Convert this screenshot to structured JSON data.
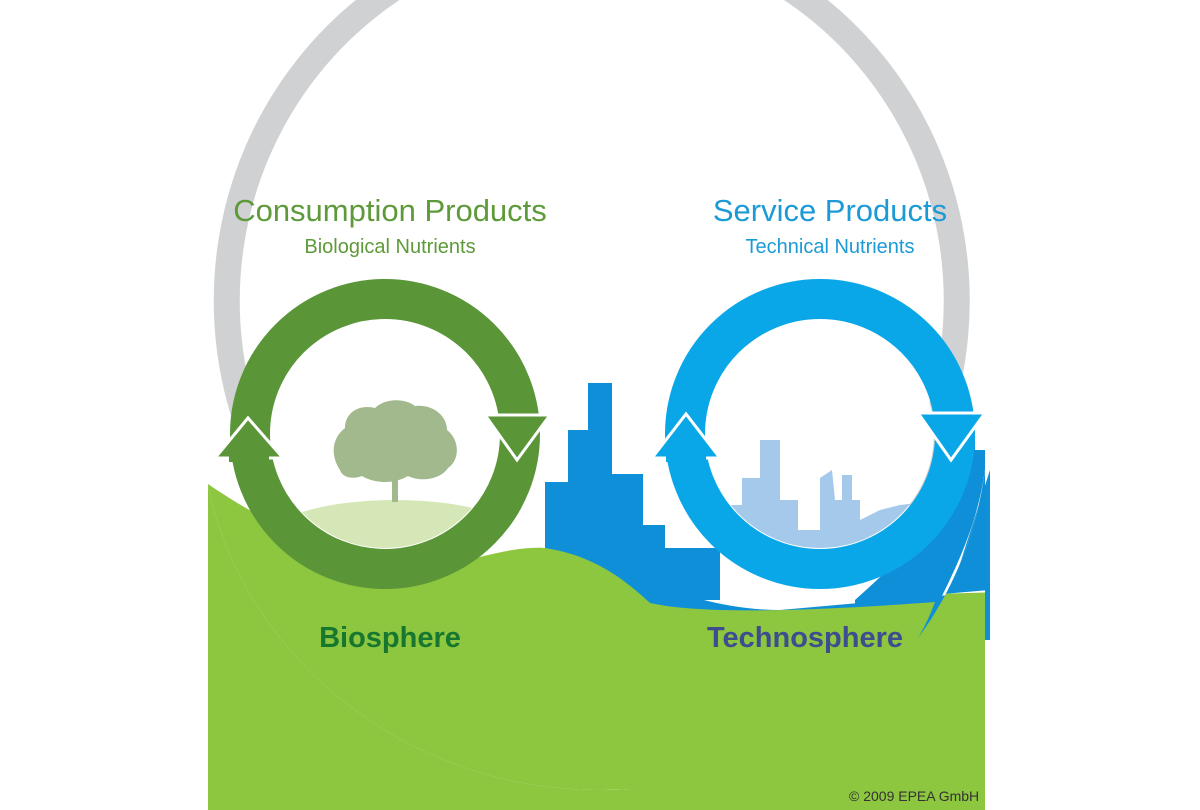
{
  "left_cycle": {
    "title": "Consumption Products",
    "subtitle": "Biological Nutrients",
    "color": "#5a9638"
  },
  "right_cycle": {
    "title": "Service Products",
    "subtitle": "Technical Nutrients",
    "color": "#0aa7e8"
  },
  "regions": {
    "biosphere": "Biosphere",
    "technosphere": "Technosphere"
  },
  "colors": {
    "outer_ring": "#cfd1d2",
    "ground_green": "#8dc63f",
    "city_blue": "#0f8fd8",
    "biosphere_text": "#17772f",
    "technosphere_text": "#3d4d8f"
  },
  "icons": [
    "tree-icon",
    "city-skyline-icon",
    "cycle-arrows-icon"
  ],
  "copyright": "© 2009 EPEA GmbH"
}
